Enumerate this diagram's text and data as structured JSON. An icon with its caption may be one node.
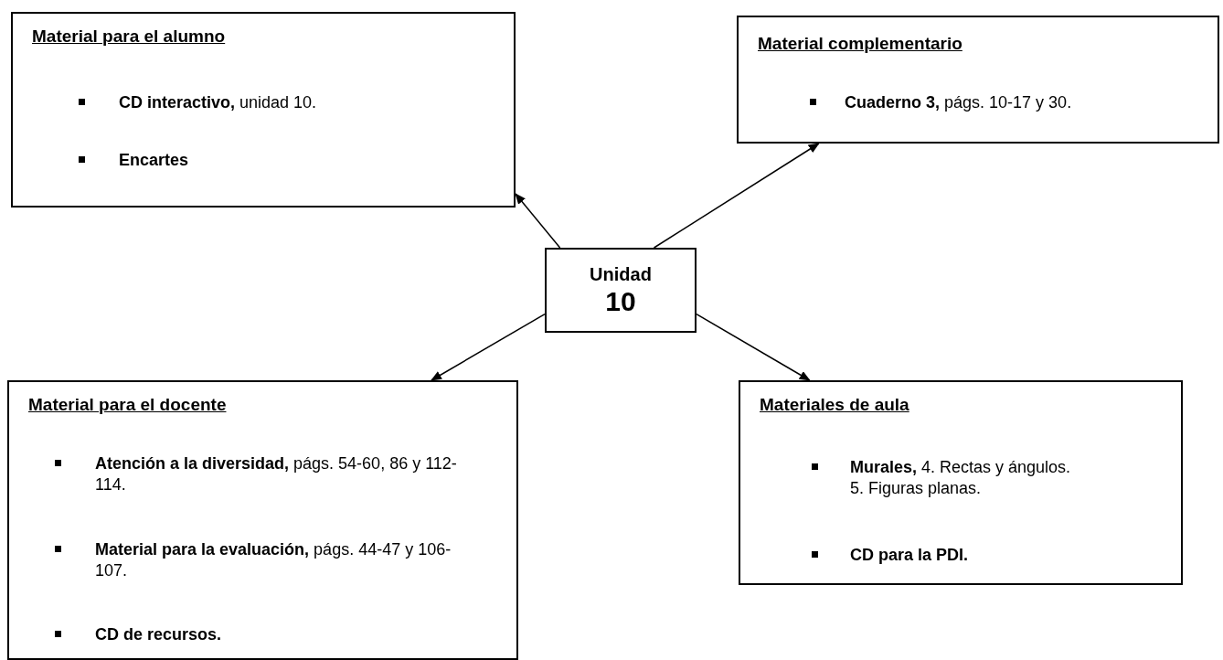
{
  "diagram": {
    "nodes": [
      {
        "text": [
          "Unidad",
          "10"
        ]
      },
      {
        "text": [
          "Material para el alumno",
          "**CD interactivo,** unidad 10.",
          "Encartes"
        ]
      },
      {
        "text": [
          "Material complementario",
          "**Cuaderno 3,** págs. 10-17 y 30."
        ]
      },
      {
        "text": [
          "Material para el docente",
          "**Atención a la diversidad,** págs. 54-60, 86 y 112-114.",
          "**Material para la evaluación,** págs. 44-47 y 106-107.",
          "CD de recursos."
        ]
      },
      {
        "text": [
          "Materiales de aula",
          "**Murales,** 4. Rectas y ángulos. 5. Figuras planas.",
          "CD para la PDI."
        ]
      }
    ],
    "edges": [
      {
        "from": 0,
        "to": 1,
        "arrow": "to"
      },
      {
        "from": 0,
        "to": 2,
        "arrow": "to"
      },
      {
        "from": 0,
        "to": 3,
        "arrow": "to"
      },
      {
        "from": 0,
        "to": 4,
        "arrow": "to"
      }
    ]
  }
}
